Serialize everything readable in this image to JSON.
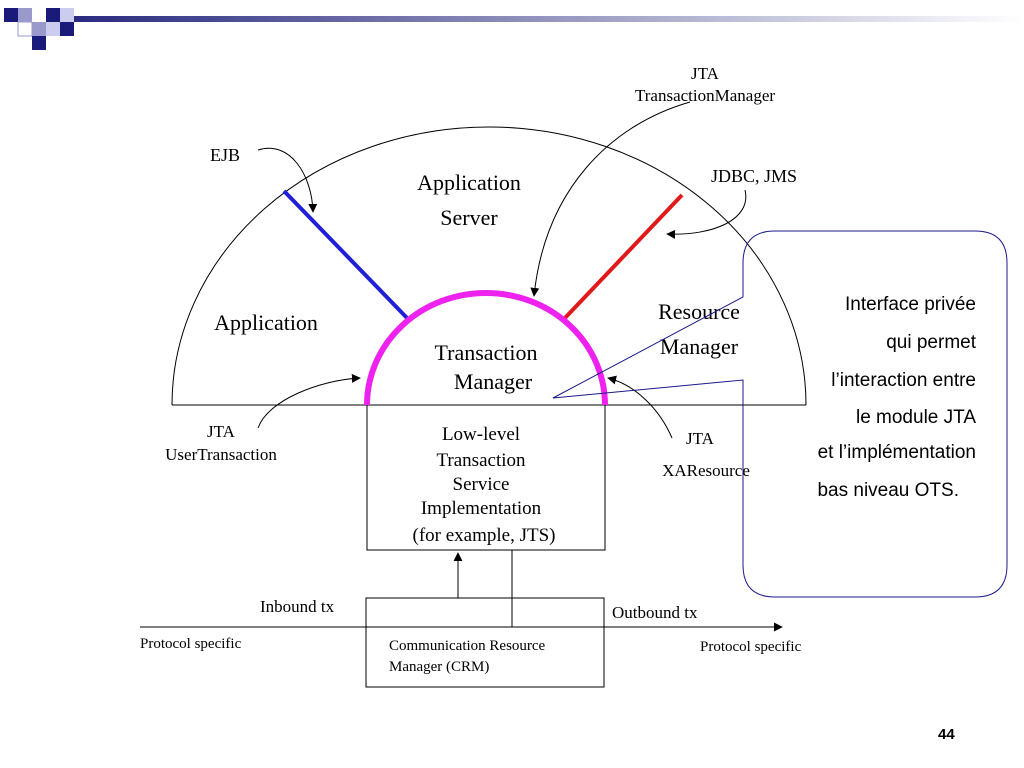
{
  "diagram": {
    "callouts": {
      "jta_transaction_manager": [
        "JTA",
        "TransactionManager"
      ],
      "ejb": "EJB",
      "jdbc_jms": "JDBC, JMS",
      "jta_user_transaction": [
        "JTA",
        "UserTransaction"
      ],
      "jta_xa_resource": [
        "JTA",
        "XAResource"
      ]
    },
    "regions": {
      "application_server": [
        "Application",
        "Server"
      ],
      "application": "Application",
      "resource_manager": [
        "Resource",
        "Manager"
      ],
      "transaction_manager": [
        "Transaction",
        "Manager"
      ]
    },
    "low_level_box": [
      "Low-level",
      "Transaction",
      "Service",
      "Implementation",
      "(for example, JTS)"
    ],
    "crm_box": [
      "Communication Resource",
      "Manager (CRM)"
    ],
    "flows": {
      "inbound": "Inbound tx",
      "outbound": "Outbound tx",
      "protocol_left": "Protocol specific",
      "protocol_right": "Protocol specific"
    },
    "colors": {
      "ejb_line": "#1f1fd6",
      "jdbc_line": "#e01a1a",
      "tm_arc": "#ee22ee",
      "annotation_border": "#1a1a8c",
      "corner_navy": "#1a1a7a",
      "corner_lavender": "#9999cc"
    }
  },
  "annotation": {
    "lines": [
      "Interface privée",
      "qui permet",
      "l’interaction entre",
      "le module JTA",
      "et l’implémentation",
      "bas niveau OTS."
    ]
  },
  "page_number": "44"
}
